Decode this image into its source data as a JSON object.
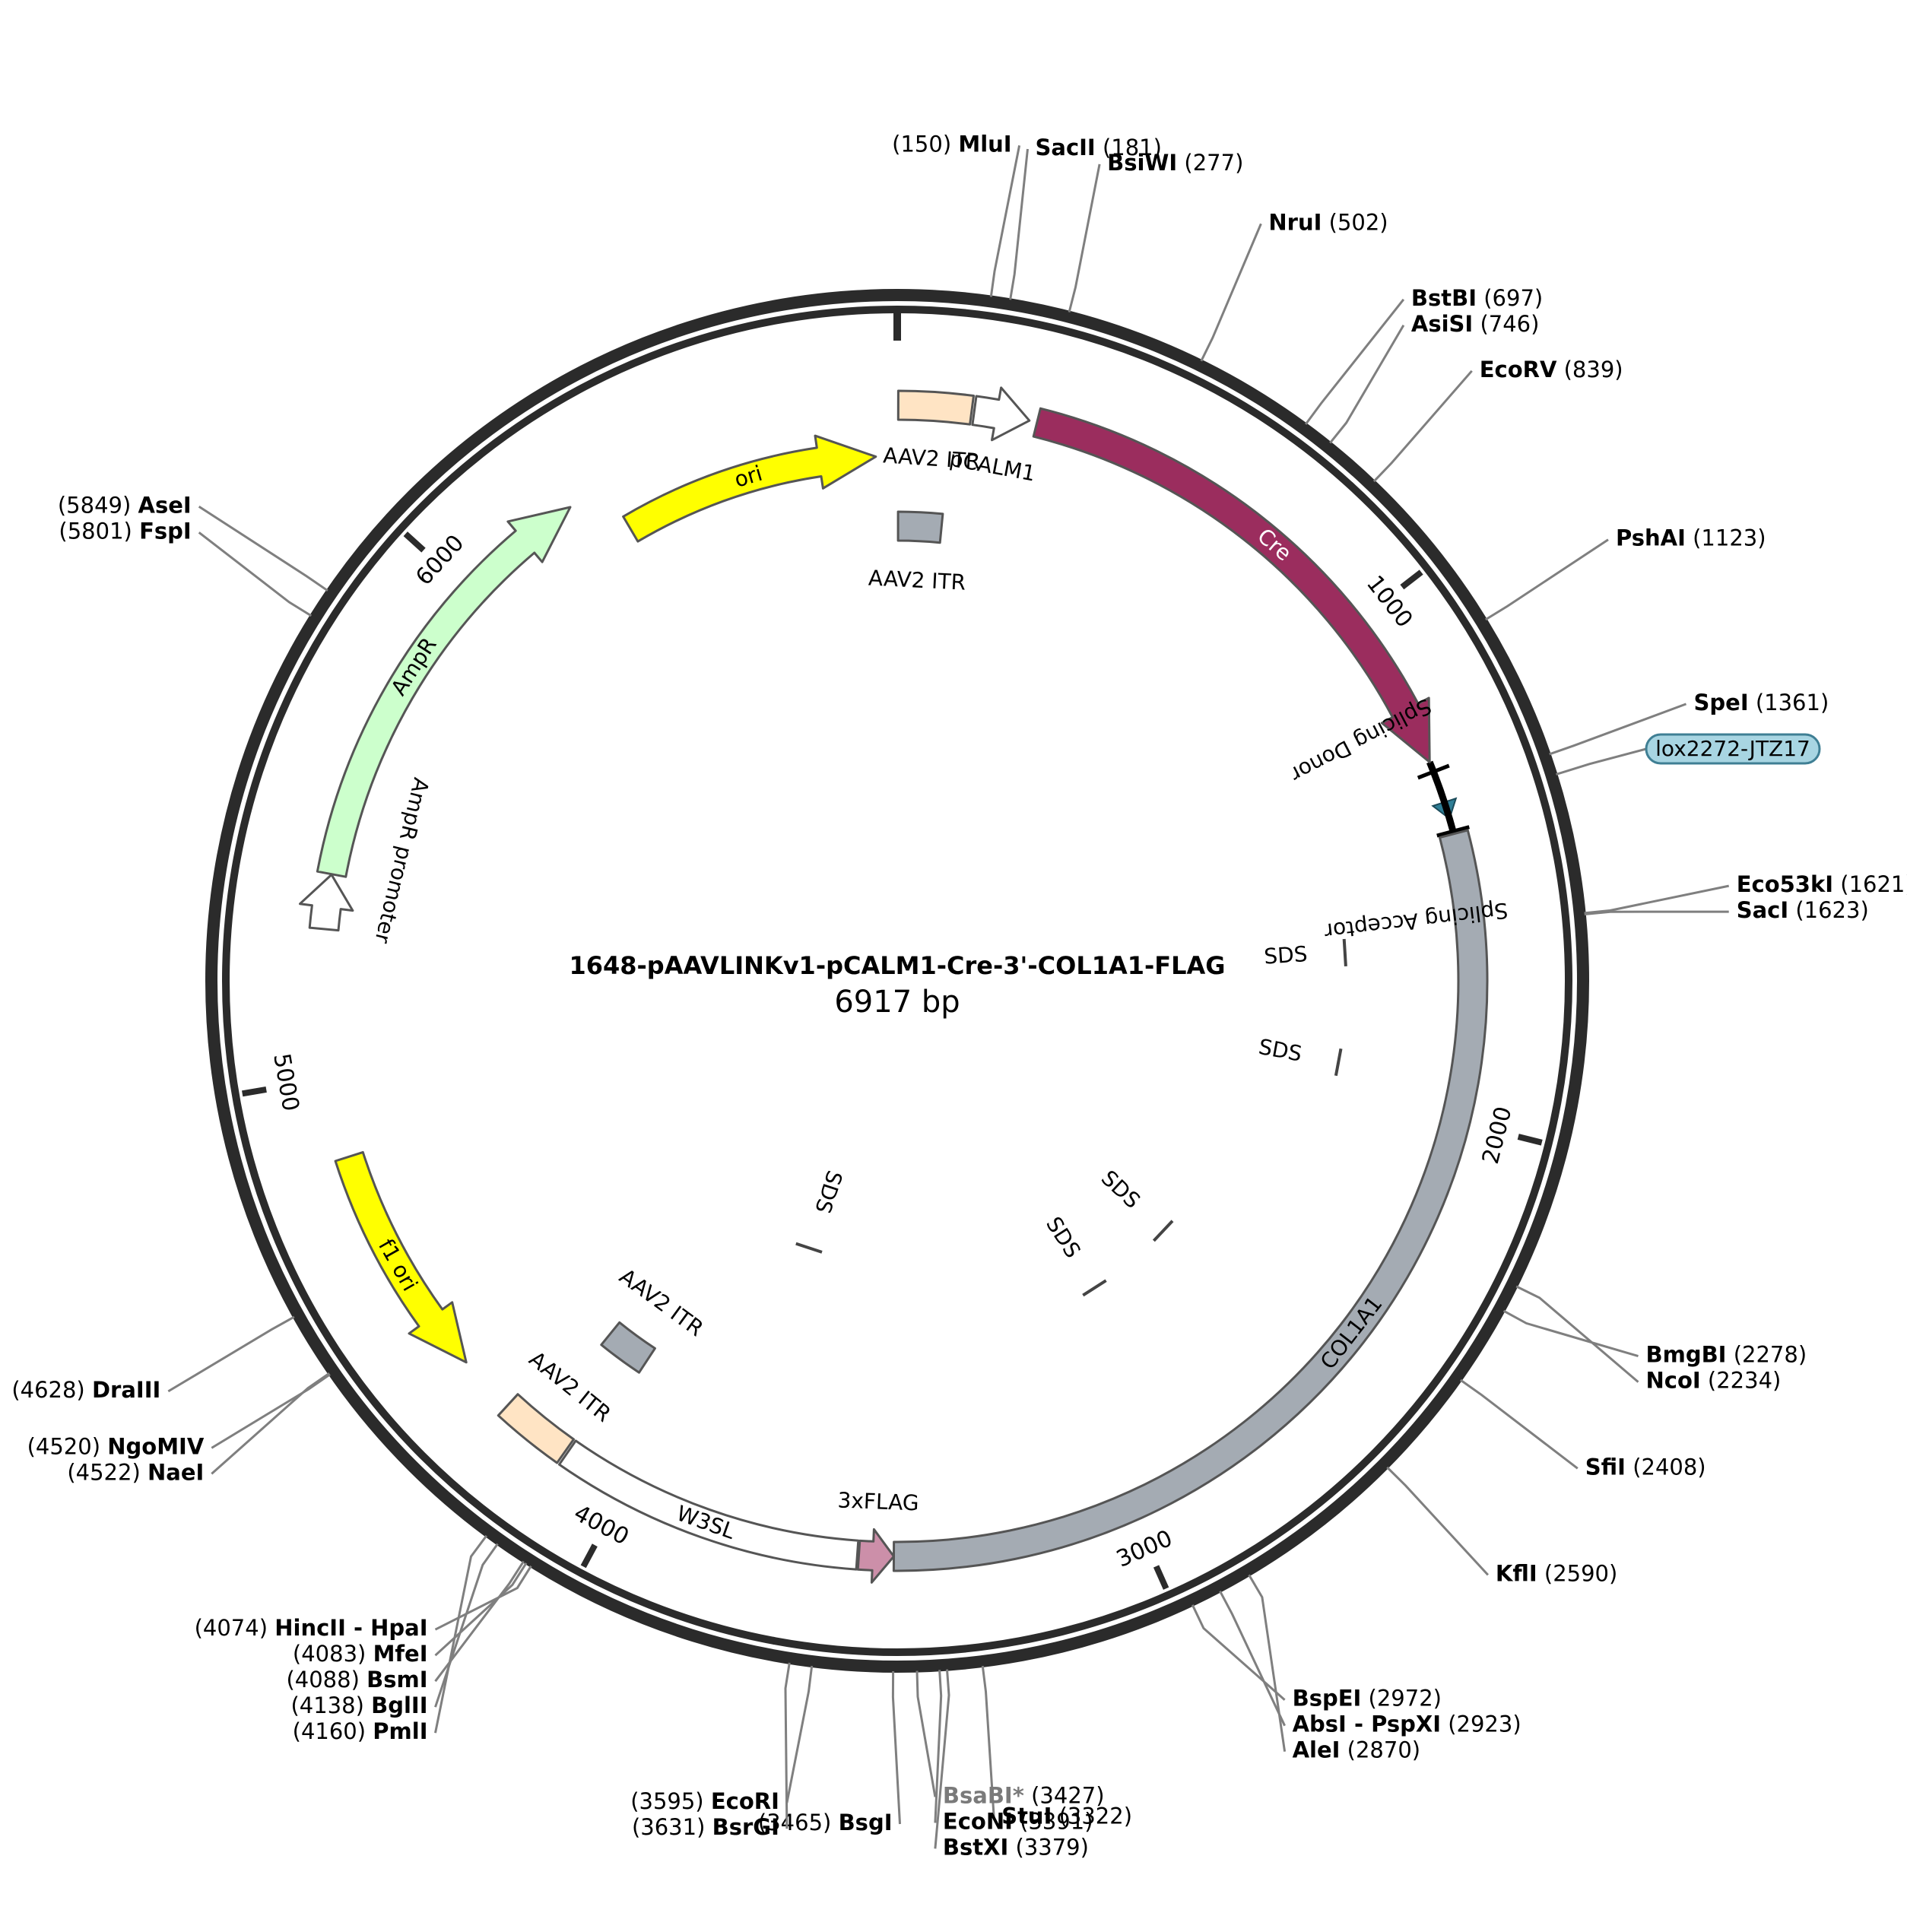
{
  "plasmid": {
    "name": "1648-pAAVLINKv1-pCALM1-Cre-3'-COL1A1-FLAG",
    "size_label": "6917 bp",
    "length_bp": 6917
  },
  "ticks": [
    {
      "bp": 1000,
      "label": "1000"
    },
    {
      "bp": 2000,
      "label": "2000"
    },
    {
      "bp": 3000,
      "label": "3000"
    },
    {
      "bp": 4000,
      "label": "4000"
    },
    {
      "bp": 5000,
      "label": "5000"
    },
    {
      "bp": 6000,
      "label": "6000"
    }
  ],
  "features": [
    {
      "id": "ori",
      "label": "ori",
      "start": 6330,
      "end": 6872,
      "strand": 1,
      "shape": "arrow",
      "track": "mid",
      "color": "#ffff00",
      "label_color": "#000000"
    },
    {
      "id": "aav2-itr-1",
      "label": "AAV2 ITR",
      "start": 2,
      "end": 143,
      "strand": 0,
      "shape": "box",
      "track": "outer",
      "color": "#ffe4c4",
      "label_color": "#000000"
    },
    {
      "id": "pcalm1",
      "label": "pCALM1",
      "start": 148,
      "end": 255,
      "strand": 1,
      "shape": "open-arrow",
      "track": "outer",
      "color": "#ffffff",
      "label_color": "#000000"
    },
    {
      "id": "aav2-itr-2",
      "label": "AAV2 ITR",
      "start": 2,
      "end": 107,
      "strand": 0,
      "shape": "box",
      "track": "inner",
      "color": "#a4abb3",
      "label_color": "#000000"
    },
    {
      "id": "cre",
      "label": "Cre",
      "start": 270,
      "end": 1300,
      "strand": 1,
      "shape": "arrow",
      "track": "outer",
      "color": "#9b2d5e",
      "label_color": "#ffffff"
    },
    {
      "id": "col1a1",
      "label": "COL1A1",
      "start": 1445,
      "end": 3465,
      "strand": 1,
      "shape": "box",
      "track": "outer",
      "color": "#a4abb3",
      "label_color": "#000000"
    },
    {
      "id": "3xflag",
      "label": "3xFLAG",
      "start": 3465,
      "end": 3532,
      "strand": -1,
      "shape": "arrow",
      "track": "outer",
      "color": "#cc8fa9",
      "label_color": "#000000"
    },
    {
      "id": "w3sl",
      "label": "W3SL",
      "start": 3535,
      "end": 4130,
      "strand": 0,
      "shape": "box",
      "track": "outer",
      "color": "#ffffff",
      "label_color": "#000000"
    },
    {
      "id": "aav2-itr-3",
      "label": "AAV2 ITR",
      "start": 4135,
      "end": 4276,
      "strand": 0,
      "shape": "box",
      "track": "outer",
      "color": "#ffe4c4",
      "label_color": "#000000"
    },
    {
      "id": "aav2-itr-4",
      "label": "AAV2 ITR",
      "start": 4100,
      "end": 4210,
      "strand": 0,
      "shape": "box",
      "track": "inner",
      "color": "#a4abb3",
      "label_color": "#000000"
    },
    {
      "id": "f1-ori",
      "label": "f1 ori",
      "start": 4390,
      "end": 4846,
      "strand": -1,
      "shape": "arrow",
      "track": "outer",
      "color": "#ffff00",
      "label_color": "#000000"
    },
    {
      "id": "ampr-promoter",
      "label": "AmpR promoter",
      "start": 5287,
      "end": 5392,
      "strand": 1,
      "shape": "open-arrow",
      "track": "outer",
      "color": "#ffffff",
      "label_color": "#000000"
    },
    {
      "id": "ampr",
      "label": "AmpR",
      "start": 5393,
      "end": 6252,
      "strand": 1,
      "shape": "arrow",
      "track": "outer",
      "color": "#ccffcc",
      "label_color": "#000000"
    }
  ],
  "segment_labels": [
    {
      "text": "Splicing Donor",
      "bp": 1200
    },
    {
      "text": "Splicing Acceptor",
      "bp": 1600
    }
  ],
  "sds_marks": [
    {
      "label": "SDS",
      "bp": 1660,
      "radius": 590
    },
    {
      "label": "SDS",
      "bp": 1930,
      "radius": 590
    },
    {
      "label": "SDS",
      "bp": 2560,
      "radius": 480
    },
    {
      "label": "SDS",
      "bp": 2830,
      "radius": 480
    },
    {
      "label": "SDS",
      "bp": 3810,
      "radius": 370
    }
  ],
  "lox": {
    "label": "lox2272-JTZ17",
    "bp": 1395
  },
  "enzymes": [
    {
      "name": "MluI",
      "pos": "(150)",
      "bp": 150,
      "side": "left",
      "nonunique": false
    },
    {
      "name": "SacII",
      "pos": "(181)",
      "bp": 181,
      "side": "right",
      "nonunique": false
    },
    {
      "name": "BsiWI",
      "pos": "(277)",
      "bp": 277,
      "side": "right",
      "nonunique": false
    },
    {
      "name": "NruI",
      "pos": "(502)",
      "bp": 502,
      "side": "right",
      "nonunique": false
    },
    {
      "name": "BstBI",
      "pos": "(697)",
      "bp": 697,
      "side": "right",
      "nonunique": false
    },
    {
      "name": "AsiSI",
      "pos": "(746)",
      "bp": 746,
      "side": "right",
      "nonunique": false
    },
    {
      "name": "EcoRV",
      "pos": "(839)",
      "bp": 839,
      "side": "right",
      "nonunique": false
    },
    {
      "name": "PshAI",
      "pos": "(1123)",
      "bp": 1123,
      "side": "right",
      "nonunique": false
    },
    {
      "name": "SpeI",
      "pos": "(1361)",
      "bp": 1361,
      "side": "right",
      "nonunique": false
    },
    {
      "name": "Eco53kI",
      "pos": "(1621)",
      "bp": 1621,
      "side": "right",
      "nonunique": false
    },
    {
      "name": "SacI",
      "pos": "(1623)",
      "bp": 1623,
      "side": "right",
      "nonunique": false
    },
    {
      "name": "NcoI",
      "pos": "(2234)",
      "bp": 2234,
      "side": "right",
      "nonunique": false
    },
    {
      "name": "BmgBI",
      "pos": "(2278)",
      "bp": 2278,
      "side": "right",
      "nonunique": false
    },
    {
      "name": "SfiI",
      "pos": "(2408)",
      "bp": 2408,
      "side": "right",
      "nonunique": false
    },
    {
      "name": "KflI",
      "pos": "(2590)",
      "bp": 2590,
      "side": "right",
      "nonunique": false
    },
    {
      "name": "AleI",
      "pos": "(2870)",
      "bp": 2870,
      "side": "right",
      "nonunique": false
    },
    {
      "name": "AbsI - PspXI",
      "pos": "(2923)",
      "bp": 2923,
      "side": "right",
      "nonunique": false
    },
    {
      "name": "BspEI",
      "pos": "(2972)",
      "bp": 2972,
      "side": "right",
      "nonunique": false
    },
    {
      "name": "StuI",
      "pos": "(3322)",
      "bp": 3322,
      "side": "right",
      "nonunique": false
    },
    {
      "name": "BstXI",
      "pos": "(3379)",
      "bp": 3379,
      "side": "right",
      "nonunique": false
    },
    {
      "name": "EcoNI",
      "pos": "(3391)",
      "bp": 3391,
      "side": "right",
      "nonunique": false
    },
    {
      "name": "BsaBI*",
      "pos": "(3427)",
      "bp": 3427,
      "side": "right",
      "nonunique": true
    },
    {
      "name": "BsgI",
      "pos": "(3465)",
      "bp": 3465,
      "side": "left",
      "nonunique": false
    },
    {
      "name": "EcoRI",
      "pos": "(3595)",
      "bp": 3595,
      "side": "left",
      "nonunique": false
    },
    {
      "name": "BsrGI",
      "pos": "(3631)",
      "bp": 3631,
      "side": "left",
      "nonunique": false
    },
    {
      "name": "HincII - HpaI",
      "pos": "(4074)",
      "bp": 4074,
      "side": "left",
      "nonunique": false
    },
    {
      "name": "MfeI",
      "pos": "(4083)",
      "bp": 4083,
      "side": "left",
      "nonunique": false
    },
    {
      "name": "BsmI",
      "pos": "(4088)",
      "bp": 4088,
      "side": "left",
      "nonunique": false
    },
    {
      "name": "BglII",
      "pos": "(4138)",
      "bp": 4138,
      "side": "left",
      "nonunique": false
    },
    {
      "name": "PmlI",
      "pos": "(4160)",
      "bp": 4160,
      "side": "left",
      "nonunique": false
    },
    {
      "name": "NgoMIV",
      "pos": "(4520)",
      "bp": 4520,
      "side": "left",
      "nonunique": false
    },
    {
      "name": "NaeI",
      "pos": "(4522)",
      "bp": 4522,
      "side": "left",
      "nonunique": false
    },
    {
      "name": "DraIII",
      "pos": "(4628)",
      "bp": 4628,
      "side": "left",
      "nonunique": false
    },
    {
      "name": "FspI",
      "pos": "(5801)",
      "bp": 5801,
      "side": "left",
      "nonunique": false
    },
    {
      "name": "AseI",
      "pos": "(5849)",
      "bp": 5849,
      "side": "left",
      "nonunique": false
    }
  ]
}
